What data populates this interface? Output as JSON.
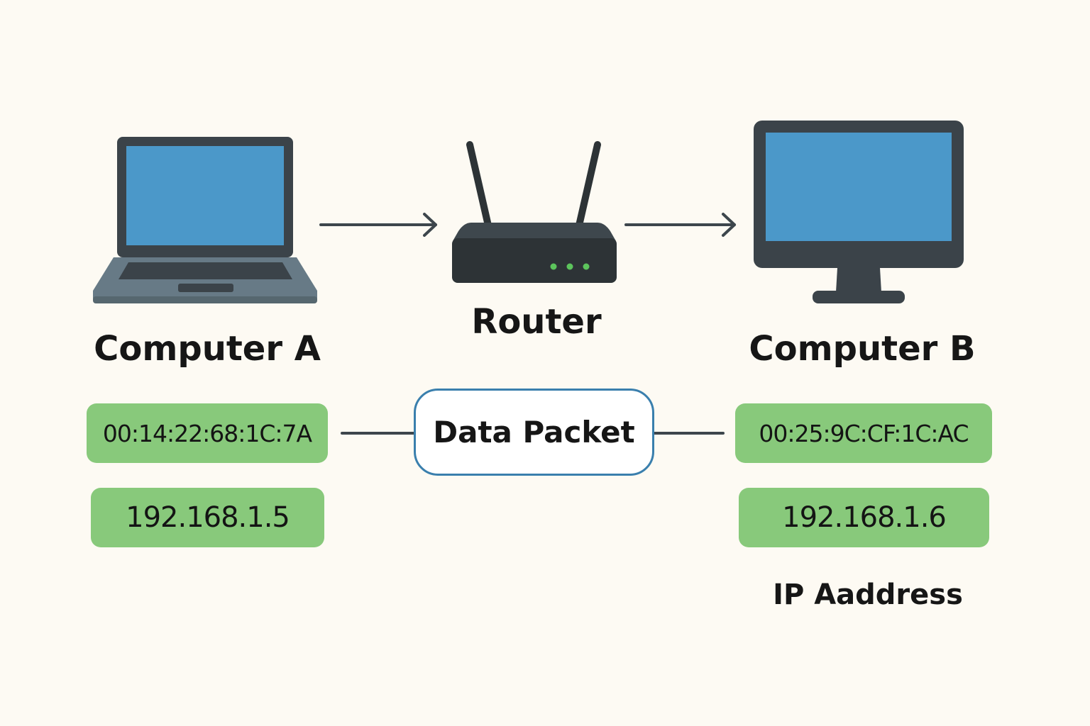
{
  "colors": {
    "background": "#fdfaf3",
    "screen_blue": "#4b98c9",
    "device_dark": "#3b4349",
    "laptop_base": "#677a86",
    "router_body": "#2d3336",
    "router_led": "#5cc45c",
    "chip_green": "#88c97b",
    "packet_border": "#3a7fad",
    "connector": "#3d464c"
  },
  "nodes": {
    "computer_a": {
      "label": "Computer A",
      "icon": "laptop-icon",
      "mac": "00:14:22:68:1C:7A",
      "ip": "192.168.1.5"
    },
    "router": {
      "label": "Router",
      "icon": "router-icon"
    },
    "computer_b": {
      "label": "Computer B",
      "icon": "desktop-monitor-icon",
      "mac": "00:25:9C:CF:1C:AC",
      "ip": "192.168.1.6",
      "ip_caption": "IP Aaddress"
    }
  },
  "packet": {
    "label": "Data Packet"
  },
  "edges": [
    {
      "from": "computer_a",
      "to": "router",
      "type": "arrow"
    },
    {
      "from": "router",
      "to": "computer_b",
      "type": "arrow"
    },
    {
      "from": "computer_a_mac",
      "to": "packet",
      "type": "line"
    },
    {
      "from": "packet",
      "to": "computer_b_mac",
      "type": "line"
    }
  ]
}
